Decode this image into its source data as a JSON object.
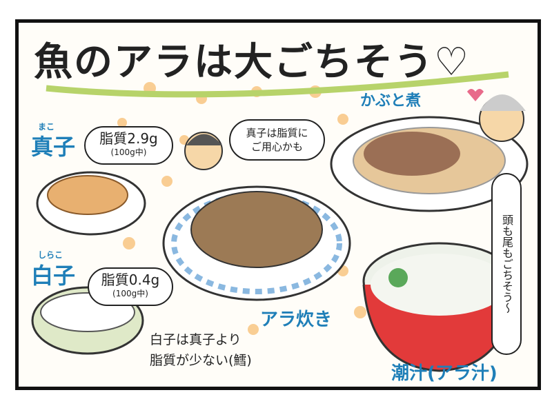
{
  "title": "魚のアラは大ごちそう♡",
  "labels": {
    "mako_ruby": "まこ",
    "mako": "真子",
    "shirako_ruby": "しらこ",
    "shirako": "白子",
    "kabutoni": "かぶと煮",
    "aradaki": "アラ炊き",
    "ushiojiru": "潮汁(アラ汁)"
  },
  "bubbles": {
    "mako_fat": "脂質2.9g",
    "mako_per": "(100g中)",
    "shirako_fat": "脂質0.4g",
    "shirako_per": "(100g中)",
    "caution_1": "真子は脂質に",
    "caution_2": "ご用心かも",
    "grandma": "頭も尾もごちそう〜"
  },
  "note": {
    "line1": "白子は真子より",
    "line2": "脂質が少ない(鱈)"
  },
  "colors": {
    "title_underline": "#b7d36a",
    "label_blue": "#1f7fb8",
    "dots": "#f6b65a"
  }
}
